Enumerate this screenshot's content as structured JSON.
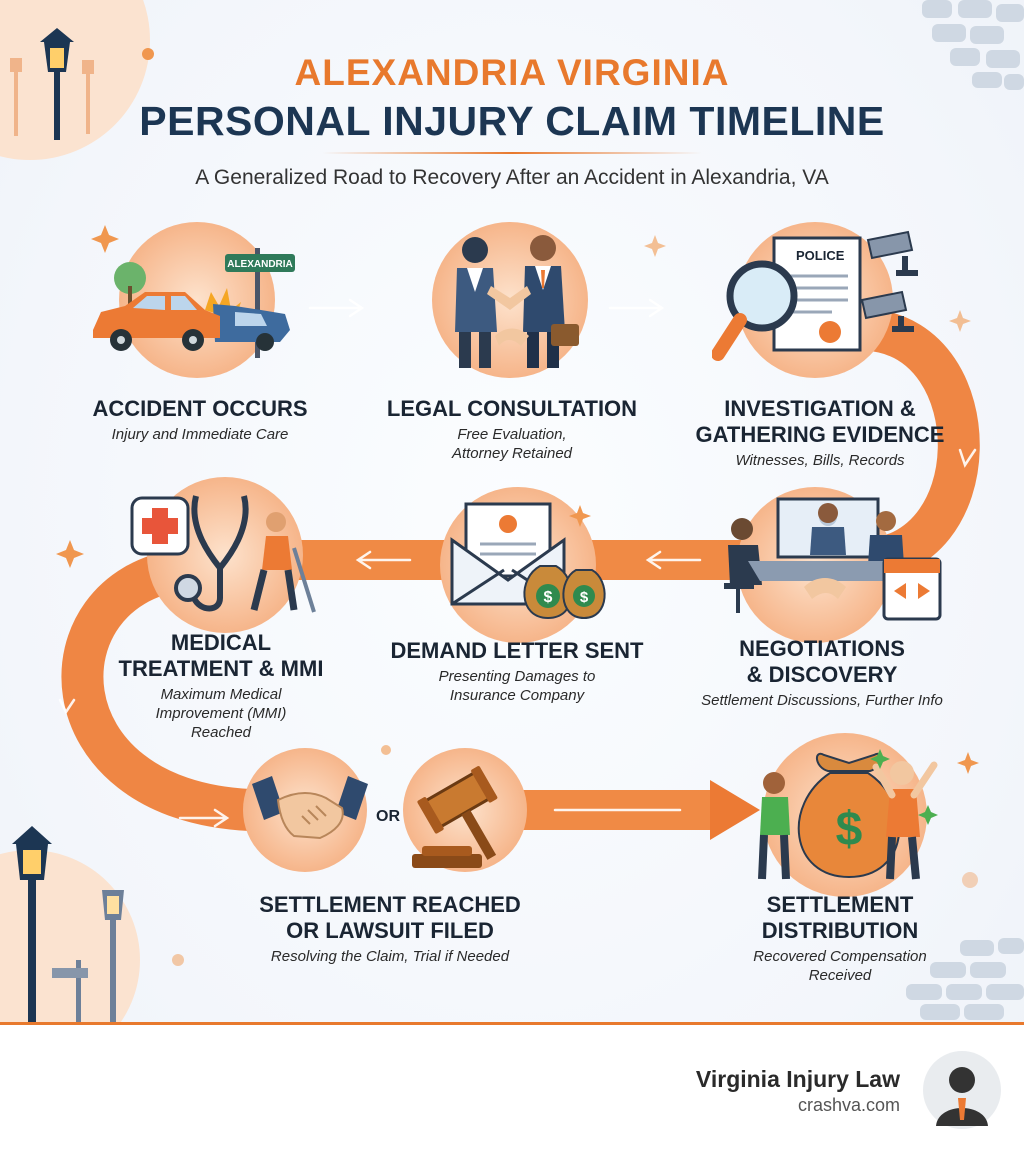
{
  "header": {
    "title_line1": "ALEXANDRIA VIRGINIA",
    "title_line2": "PERSONAL INJURY CLAIM TIMELINE",
    "subtitle": "A Generalized Road to Recovery After an Accident in Alexandria, VA"
  },
  "steps": [
    {
      "title": "ACCIDENT OCCURS",
      "desc": "Injury and Immediate Care"
    },
    {
      "title": "LEGAL CONSULTATION",
      "desc": "Free Evaluation,\nAttorney Retained"
    },
    {
      "title": "INVESTIGATION &\nGATHERING EVIDENCE",
      "desc": "Witnesses, Bills, Records"
    },
    {
      "title": "NEGOTIATIONS\n& DISCOVERY",
      "desc": "Settlement Discussions, Further Info"
    },
    {
      "title": "DEMAND LETTER SENT",
      "desc": "Presenting Damages to\nInsurance Company"
    },
    {
      "title": "MEDICAL\nTREATMENT & MMI",
      "desc": "Maximum Medical\nImprovement (MMI)\nReached"
    },
    {
      "title": "SETTLEMENT REACHED\nOR LAWSUIT FILED",
      "desc": "Resolving the Claim, Trial if Needed"
    },
    {
      "title": "SETTLEMENT\nDISTRIBUTION",
      "desc": "Recovered Compensation\nReceived"
    }
  ],
  "icon_text": {
    "street_sign": "ALEXANDRIA",
    "police_doc": "POLICE",
    "or_label": "OR",
    "dollar": "$"
  },
  "icons": [
    "car-crash-icon",
    "handshake-icon",
    "police-report-magnifier-icon",
    "meeting-table-icon",
    "demand-letter-icon",
    "medical-stethoscope-icon",
    "settlement-handshake-icon",
    "gavel-icon",
    "money-bag-celebration-icon",
    "avatar-icon"
  ],
  "colors": {
    "accent": "#e8792d",
    "navy": "#1c3653",
    "road": "#f08a45"
  },
  "brand": {
    "name": "Virginia Injury Law",
    "url": "crashva.com"
  }
}
